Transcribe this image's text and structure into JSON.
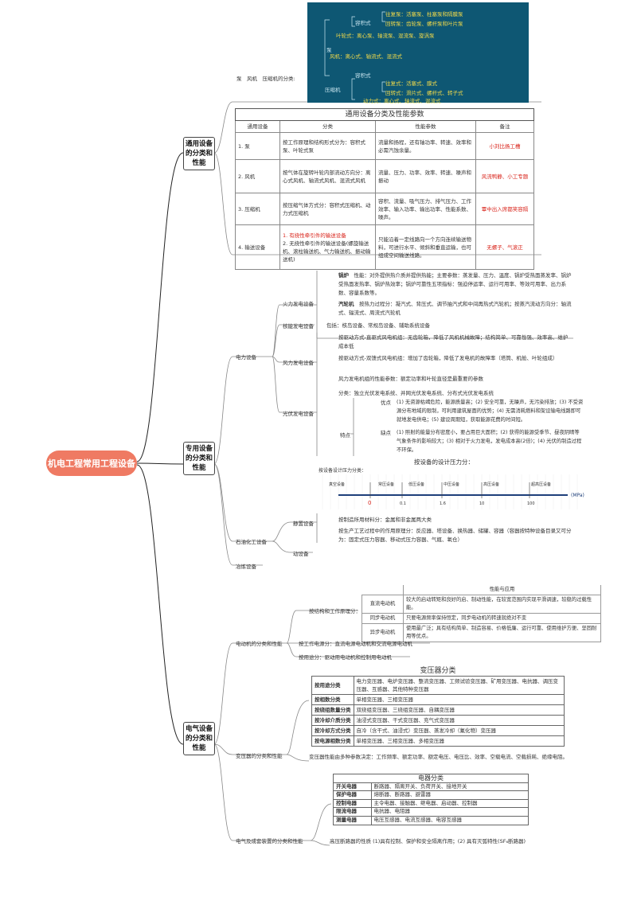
{
  "center": "机电工程常用工程设备",
  "cats": {
    "c1": "通用设备的分类和性能",
    "c2": "专用设备的分类和性能",
    "c3": "电气设备的分类和性能"
  },
  "fan": {
    "label": "泵　风机　压缩机的分类:",
    "pump": "泵",
    "v1": "容积式",
    "v1a": "往复泵：活塞泵、柱塞泵和隔膜泵",
    "v1b": "回转泵：齿轮泵、螺杆泵和叶片泵",
    "lines": "叶轮式：离心泵、轴流泵、混流泵、旋涡泵",
    "fan": "风机：离心式、轴流式、混流式",
    "comp": "压缩机",
    "v2": "容积式",
    "v2a": "往复式：活塞式、膜式",
    "v2b": "回转式：滑片式、螺杆式、转子式",
    "v2c": "动力式：离心式、轴流式、混流式"
  },
  "t1": {
    "caption": "通用设备分类及性能参数",
    "headers": [
      "通用设备",
      "分类",
      "性能参数",
      "备注"
    ],
    "rows": [
      {
        "name": "1. 泵",
        "cls": "按工作原理和结构形式分为：容积式泵、叶轮式泵",
        "param": "流量和扬程，还有轴功率、转速、效率和必需汽蚀余量。",
        "note": "小刘比扬工槽"
      },
      {
        "name": "2. 风机",
        "cls": "按气体在旋转叶轮内部流动方向分：离心式风机、轴流式风机、混流式风机",
        "param": "流量、压力、功率、效率、转速、噪声和振动",
        "note": "风流鸭静、小工专题"
      },
      {
        "name": "3. 压缩机",
        "cls": "按压缩气体方式分：容积式压缩机、动力式压缩机",
        "param": "容积、流量、吸气压力、排气压力、工作效率、输入功率、输出功率、性能系数、噪声。",
        "note": "覃中出入席都笑容隔"
      },
      {
        "name": "4. 输送设备",
        "cls1": "1. 有挠性牵引件的输送设备",
        "cls2": "2. 无挠性牵引件的输送设备(螺旋输送机、滚柱输送机、气力输送机、振动输送机)",
        "param": "只能沿着一定线路向一个方向连续输送物料，可进行水平、倾斜和垂直运输，也可组成空间输送线路。",
        "note": "无螺子、气滚正"
      }
    ]
  },
  "power": {
    "label": "电力设备",
    "fire": "火力发电设备",
    "nuke": "核能发电设备",
    "wind": "风力发电设备",
    "solar": "光伏发电设备",
    "boiler_t": "锅炉",
    "boiler": "性能：对外提供热介质并提供热能；主要参数：蒸发量、压力、温度、锅炉受热面蒸发率、锅炉受热面发热率、锅炉热效率；锅炉可靠性五项指标：强迫停运率、运行可用率、等效可用率、出力系数、容量系数等。",
    "turb_t": "汽轮机",
    "turb": "按热力过程分：凝汽式、背压式、调节抽汽式和中间再热式汽轮机；按蒸汽流动方向分：轴流式、辐流式、周流式汽轮机",
    "nuke_d": "包括：核岛设备、常规岛设备、辅助系统设备",
    "wind1": "按驱动方式-直驱式风电机组：无齿轮箱，降低了风机机械故障；结构简单、可靠性强、效率高、维护成本低",
    "wind2": "按驱动方式-双馈式风电机组：增加了齿轮箱，降低了发电机的故障率（塔筒、机舱、叶轮组成）",
    "wind3": "风力发电机组的性能参数：额定功率和叶轮直径是最重要的参数",
    "solar1": "分类：独立光伏发电系统、并网光伏发电系统、分布式光伏发电系统",
    "adv_l": "优点",
    "adv": "(1) 无资源枯竭危险，能源质量高；(2) 安全可靠，无噪声，无污染排放；(3) 不受资源分布地域的限制，可利用建筑屋面的优势；(4) 无需消耗燃料和架设输电线路即可就地发电供电；(5) 建设周期短，获取能源花费的时间短。",
    "tra_l": "特点",
    "dis_l": "缺点",
    "dis": "(1) 照射的能量分布密度小，要占用巨大面积；(2) 获得的能源受季节、昼夜阴晴等气象条件的影响较大；(3) 相对于火力发电，发电成本高(2倍)；(4) 光伏的制造过程不环保。"
  },
  "petro": {
    "label": "石油化工设备",
    "static": "静置设备",
    "dynamic": "动设备",
    "scale_title": "按设备的设计压力分：",
    "scale_sub": "按设备设计压力分类：",
    "scale_boxes": [
      "真空设备",
      "常压设备",
      "低压设备",
      "中压设备",
      "高压设备",
      "超高压设备"
    ],
    "ticks": [
      "0",
      "0.1",
      "1.6",
      "10",
      "100"
    ],
    "unit": "(MPa)",
    "mat": "按制造所用材料分：金属和非金属两大类",
    "proc": "按生产工艺过程中的作用原理分：反应器、塔设备、换热器、储罐、容器（容器按特种设备目录又可分为：固定式压力容器、移动式压力容器、气瓶、氧仓）"
  },
  "metal": "冶炼设备",
  "motor": {
    "label": "电动机的分类和性能",
    "struct": "按结构和工作原理分：",
    "t2head": "性能与应用",
    "t2": [
      {
        "n": "直流电动机",
        "d": "较大的启动转矩和良好的启、制动性能，在较宽范围内实现平滑调速，较稳的过载性能。"
      },
      {
        "n": "同步电动机",
        "d": "只要电源频率保持恒定，同步电动机的转速就绝对不变"
      },
      {
        "n": "异步电动机",
        "d": "使用最广泛；具有结构简单、制造容易、价格低廉、运行可靠、使用维护方便、坚固耐用等优点。"
      }
    ],
    "src": "按工作电源分：直流电源电动机和交流电源电动机",
    "use": "按用途分：驱动用电动机和控制用电动机"
  },
  "trans": {
    "label": "变压器的分类和性能",
    "caption": "变压器分类",
    "rows": [
      {
        "k": "按用途分类",
        "v": "电力变压器、电炉变压器、整流变压器、工频试验变压器、矿用变压器、电抗器、调压变压器、互感器、其他特种变压器"
      },
      {
        "k": "按相数分类",
        "v": "单相变压器、三相变压器"
      },
      {
        "k": "按绕组数量分类",
        "v": "双绕组变压器、三绕组变压器、自耦变压器"
      },
      {
        "k": "按冷却介质分类",
        "v": "油浸式变压器、干式变压器、充气式变压器"
      },
      {
        "k": "按冷却方式分类",
        "v": "自冷（含干式、油浸式）变压器、蒸发冷却（氟化物）变压器"
      },
      {
        "k": "按电源相数分类",
        "v": "单相变压器、三相变压器、多相变压器"
      }
    ],
    "perf": "变压器性能由多种参数决定：工作频率、额定功率、额定电压、电压比、效率、空载电流、空载损耗、绝缘电阻。"
  },
  "elec": {
    "label": "电气及成套装置的分类和性能",
    "caption": "电器分类",
    "rows": [
      {
        "k": "开关电器",
        "v": "断路器、隔离开关、负荷开关、接地开关"
      },
      {
        "k": "保护电器",
        "v": "熔断器、断路器、避雷器"
      },
      {
        "k": "控制电器",
        "v": "主令电器、接触器、继电器、启动器、控制器"
      },
      {
        "k": "限流电器",
        "v": "电抗器、电阻器"
      },
      {
        "k": "测量电器",
        "v": "电压互感器、电流互感器、电容互感器"
      }
    ],
    "hv": "高压断路器的性质 (1)具有控制、保护和安全隔离作用；(2) 具有灭弧特性(SF₆断路器)"
  }
}
